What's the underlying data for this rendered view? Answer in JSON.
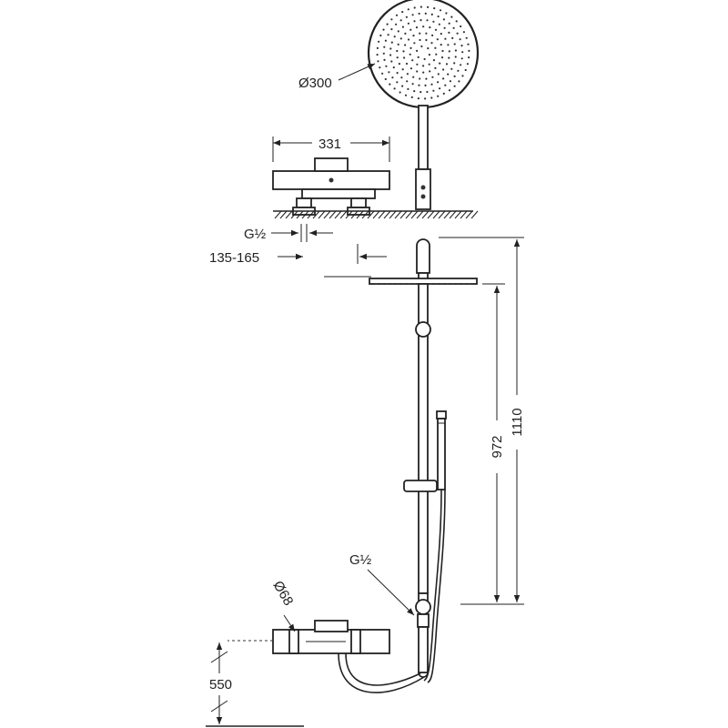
{
  "dimensions": {
    "head_diameter": "Ø300",
    "mixer_width": "331",
    "thread_top": "G½",
    "spacing": "135-165",
    "bar_height": "972",
    "total_height": "1110",
    "thread_bottom": "G½",
    "knob_diameter": "Ø68",
    "mixer_height": "550"
  },
  "colors": {
    "line": "#222222",
    "background": "#ffffff"
  }
}
